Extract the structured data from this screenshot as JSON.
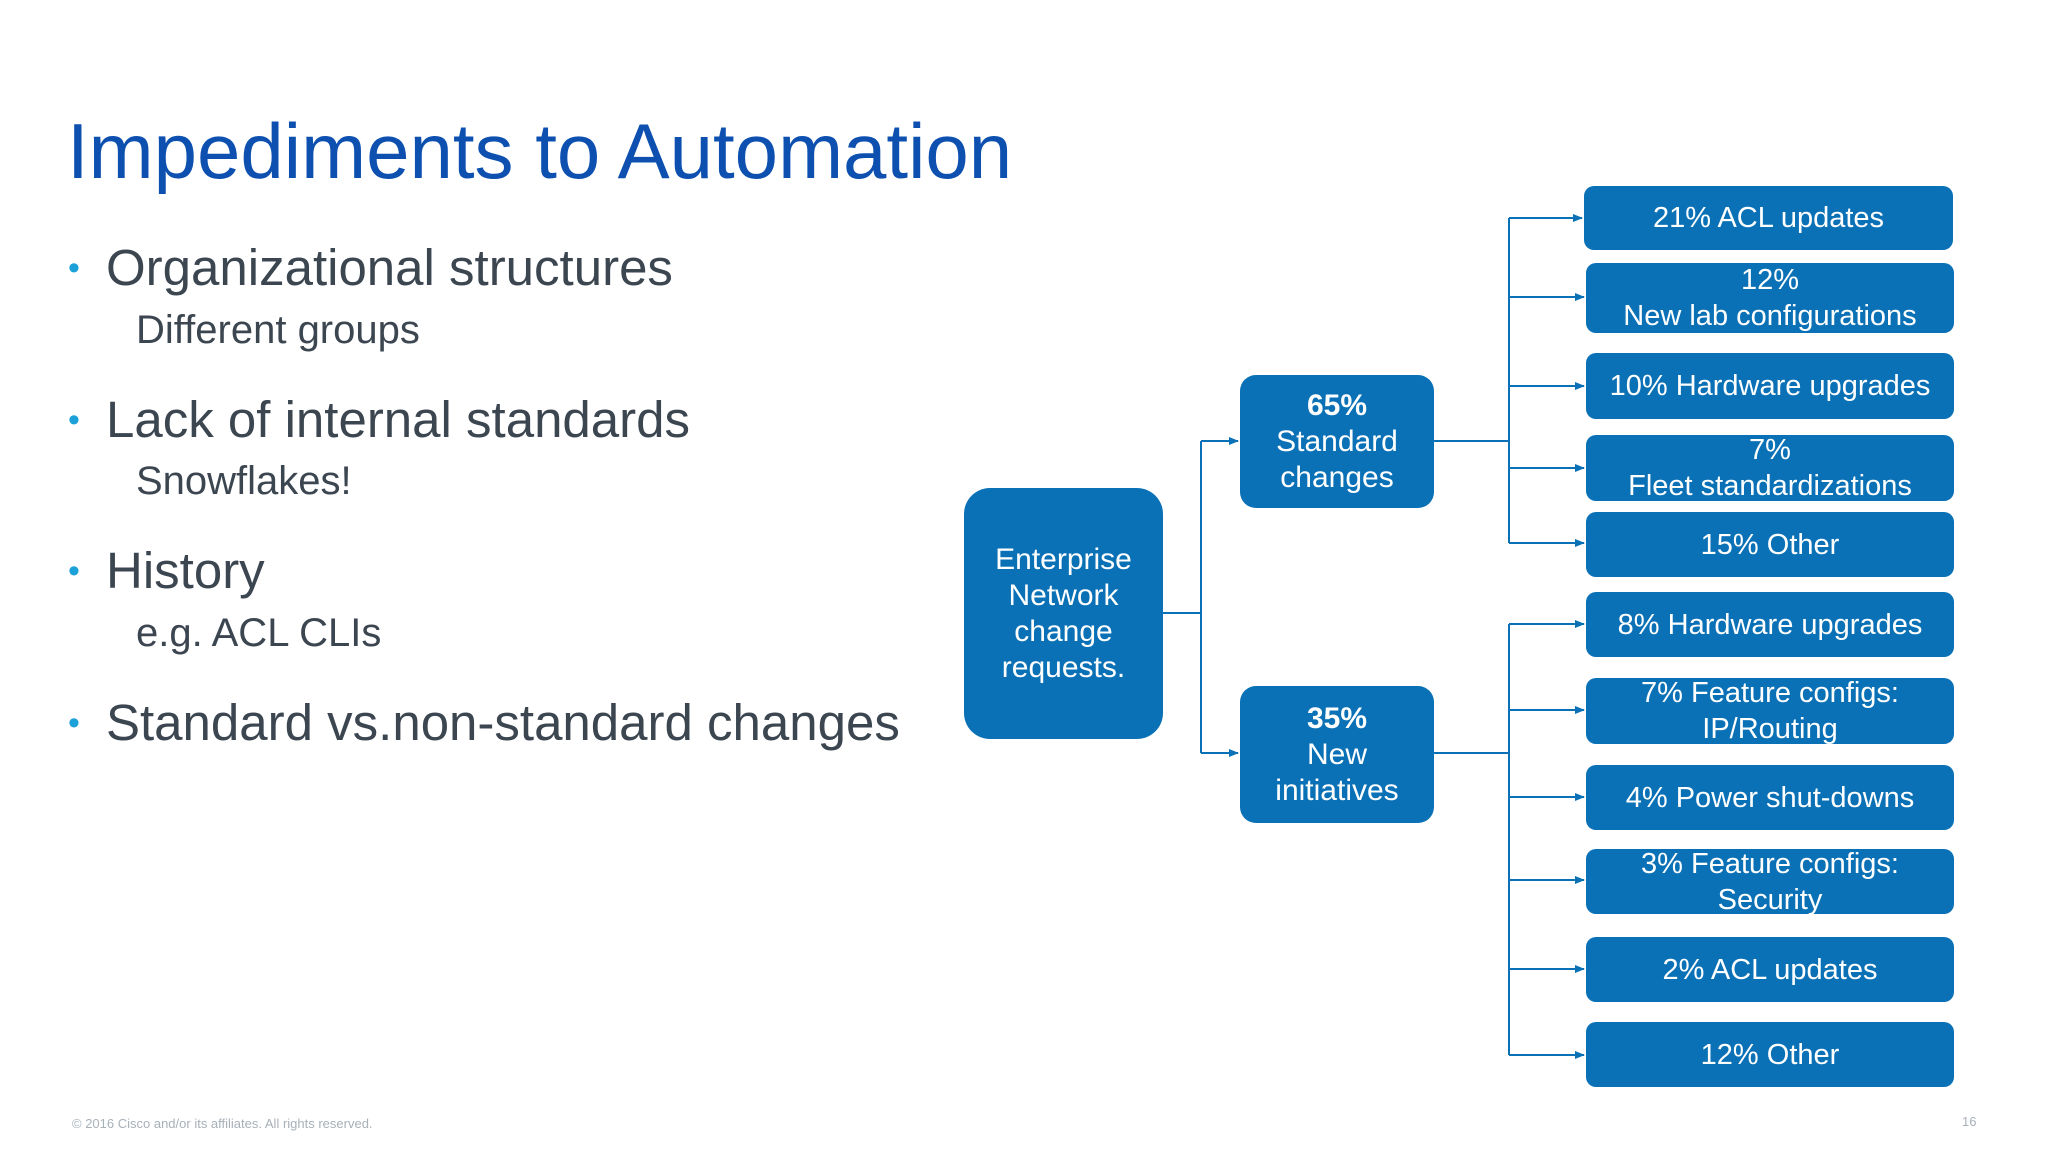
{
  "title": "Impediments to Automation",
  "bullets": [
    {
      "text": "Organizational structures",
      "sub": "Different groups"
    },
    {
      "text": "Lack of internal standards",
      "sub": "Snowflakes!"
    },
    {
      "text": "History",
      "sub": "e.g. ACL CLIs"
    },
    {
      "text": "Standard vs.non-standard changes",
      "sub": ""
    }
  ],
  "diagram": {
    "root": [
      "Enterprise",
      "Network",
      "change",
      "requests."
    ],
    "standard": {
      "pct": "65%",
      "label_1": "Standard",
      "label_2": "changes"
    },
    "new": {
      "pct": "35%",
      "label_1": "New",
      "label_2": "initiatives"
    },
    "standard_items": [
      {
        "line1": "21% ACL updates",
        "line2": ""
      },
      {
        "line1": "12%",
        "line2": "New lab configurations"
      },
      {
        "line1": "10% Hardware upgrades",
        "line2": ""
      },
      {
        "line1": "7%",
        "line2": "Fleet standardizations"
      },
      {
        "line1": "15% Other",
        "line2": ""
      }
    ],
    "new_items": [
      {
        "line1": "8% Hardware upgrades",
        "line2": ""
      },
      {
        "line1": "7% Feature configs:",
        "line2": "IP/Routing"
      },
      {
        "line1": "4% Power shut-downs",
        "line2": ""
      },
      {
        "line1": "3% Feature configs:",
        "line2": "Security"
      },
      {
        "line1": "2% ACL updates",
        "line2": ""
      },
      {
        "line1": "12% Other",
        "line2": ""
      }
    ]
  },
  "footer": "© 2016 Cisco and/or its affiliates. All rights reserved.",
  "page_number": "16",
  "colors": {
    "title": "#0d50b0",
    "box": "#0a71b6",
    "bullet_dot": "#1ba0d8",
    "connector": "#0a71b6"
  }
}
